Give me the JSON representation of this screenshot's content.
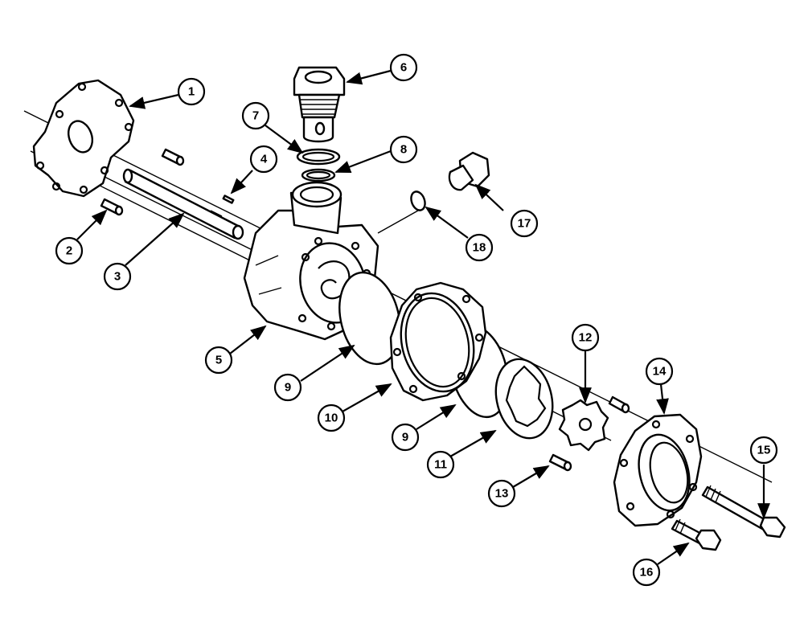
{
  "diagram": {
    "callouts": [
      {
        "id": "callout-1",
        "label": "1"
      },
      {
        "id": "callout-2",
        "label": "2"
      },
      {
        "id": "callout-3",
        "label": "3"
      },
      {
        "id": "callout-4",
        "label": "4"
      },
      {
        "id": "callout-5",
        "label": "5"
      },
      {
        "id": "callout-6",
        "label": "6"
      },
      {
        "id": "callout-7",
        "label": "7"
      },
      {
        "id": "callout-8",
        "label": "8"
      },
      {
        "id": "callout-9a",
        "label": "9"
      },
      {
        "id": "callout-9b",
        "label": "9"
      },
      {
        "id": "callout-10",
        "label": "10"
      },
      {
        "id": "callout-11",
        "label": "11"
      },
      {
        "id": "callout-12",
        "label": "12"
      },
      {
        "id": "callout-13",
        "label": "13"
      },
      {
        "id": "callout-14",
        "label": "14"
      },
      {
        "id": "callout-15",
        "label": "15"
      },
      {
        "id": "callout-16",
        "label": "16"
      },
      {
        "id": "callout-17",
        "label": "17"
      },
      {
        "id": "callout-18",
        "label": "18"
      }
    ]
  }
}
